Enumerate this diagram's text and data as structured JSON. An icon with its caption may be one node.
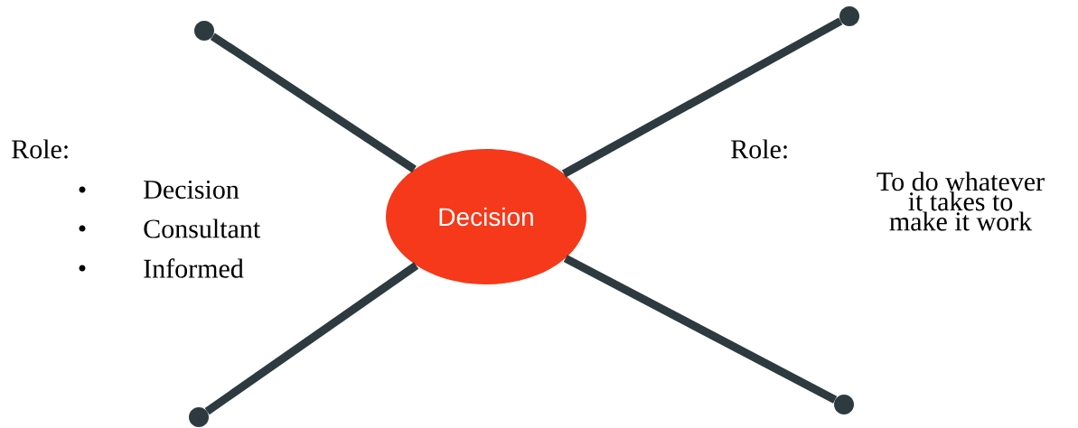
{
  "diagram": {
    "nodes": [
      {
        "text": [
          "Decision"
        ]
      },
      {
        "text": [],
        "shape": "circle"
      },
      {
        "text": [],
        "shape": "circle"
      },
      {
        "text": [],
        "shape": "circle"
      },
      {
        "text": [],
        "shape": "circle"
      }
    ],
    "edges": [
      {
        "from": 0,
        "to": 1,
        "arrow": "none"
      },
      {
        "from": 0,
        "to": 2,
        "arrow": "none"
      },
      {
        "from": 0,
        "to": 3,
        "arrow": "none"
      },
      {
        "from": 0,
        "to": 4,
        "arrow": "none"
      }
    ],
    "labels": [
      "Role:",
      "Decision",
      "Consultant",
      "Informed",
      "Role:",
      "To do whatever it takes to make it work"
    ]
  }
}
